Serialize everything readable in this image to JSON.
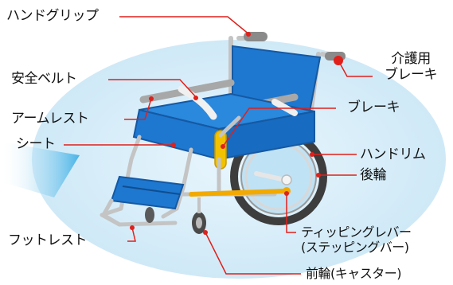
{
  "labels": {
    "hand_grip": "ハンドグリップ",
    "seat_belt": "安全ベルト",
    "armrest": "アームレスト",
    "seat": "シート",
    "footrest": "フットレスト",
    "caregiver_brake_line1": "介護用",
    "caregiver_brake_line2": "ブレーキ",
    "brake": "ブレーキ",
    "handrim": "ハンドリム",
    "rear_wheel": "後輪",
    "tipping_lever_line1": "ティッピングレバー",
    "tipping_lever_line2": "(ステッピングバー)",
    "front_wheel": "前輪(キャスター)"
  },
  "colors": {
    "leader": "#e0201b",
    "dot": "#e0201b",
    "backdrop": "#d8eef9",
    "arrow": "#48b3e6",
    "upholstery": "#1e78d0",
    "frame": "#c4c4c4",
    "lever": "#f2a900",
    "tire": "#4a4a4a"
  }
}
